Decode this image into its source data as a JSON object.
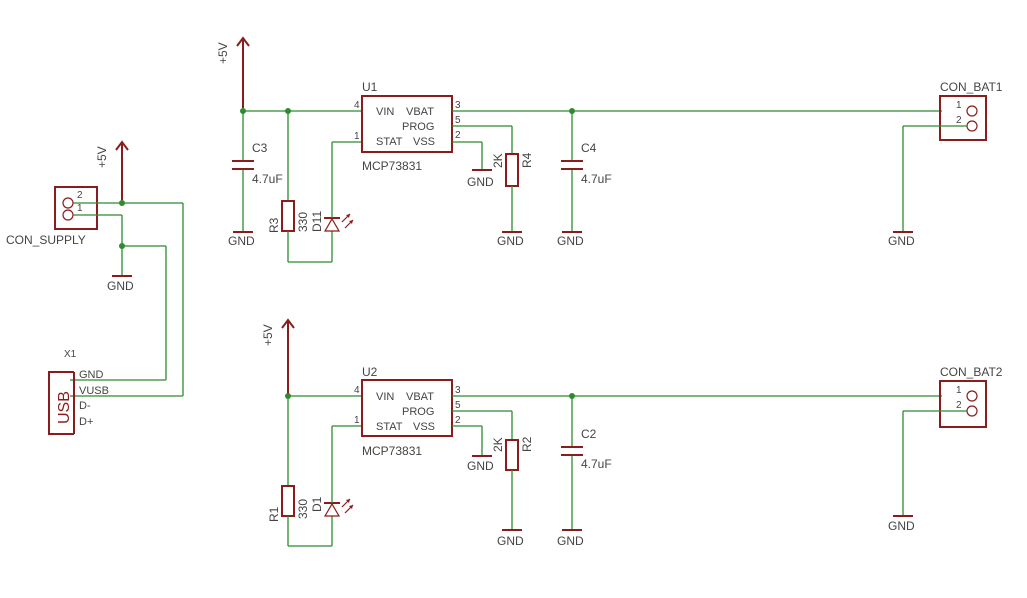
{
  "labels": {
    "plus5v": "+5V",
    "gnd": "GND",
    "con_supply": "CON_SUPPLY",
    "con_bat1": "CON_BAT1",
    "con_bat2": "CON_BAT2",
    "x1": "X1",
    "usb": "USB",
    "usb_gnd": "GND",
    "usb_vusb": "VUSB",
    "usb_dminus": "D-",
    "usb_dplus": "D+"
  },
  "pins": {
    "p1": "1",
    "p2": "2",
    "p3": "3",
    "p4": "4",
    "p5": "5"
  },
  "chip": {
    "vin": "VIN",
    "vbat": "VBAT",
    "prog": "PROG",
    "stat": "STAT",
    "vss": "VSS",
    "part": "MCP73831"
  },
  "u1": {
    "name": "U1",
    "c3": "C3",
    "c3_val": "4.7uF",
    "c4": "C4",
    "c4_val": "4.7uF",
    "r3": "R3",
    "r3_val": "330",
    "d11": "D11",
    "r4": "R4",
    "r4_val": "2K"
  },
  "u2": {
    "name": "U2",
    "c2": "C2",
    "c2_val": "4.7uF",
    "r1": "R1",
    "r1_val": "330",
    "d1": "D1",
    "r2": "R2",
    "r2_val": "2K"
  },
  "colors": {
    "wire": "#2e8b2e",
    "part": "#8b1c1c",
    "text": "#444444"
  }
}
